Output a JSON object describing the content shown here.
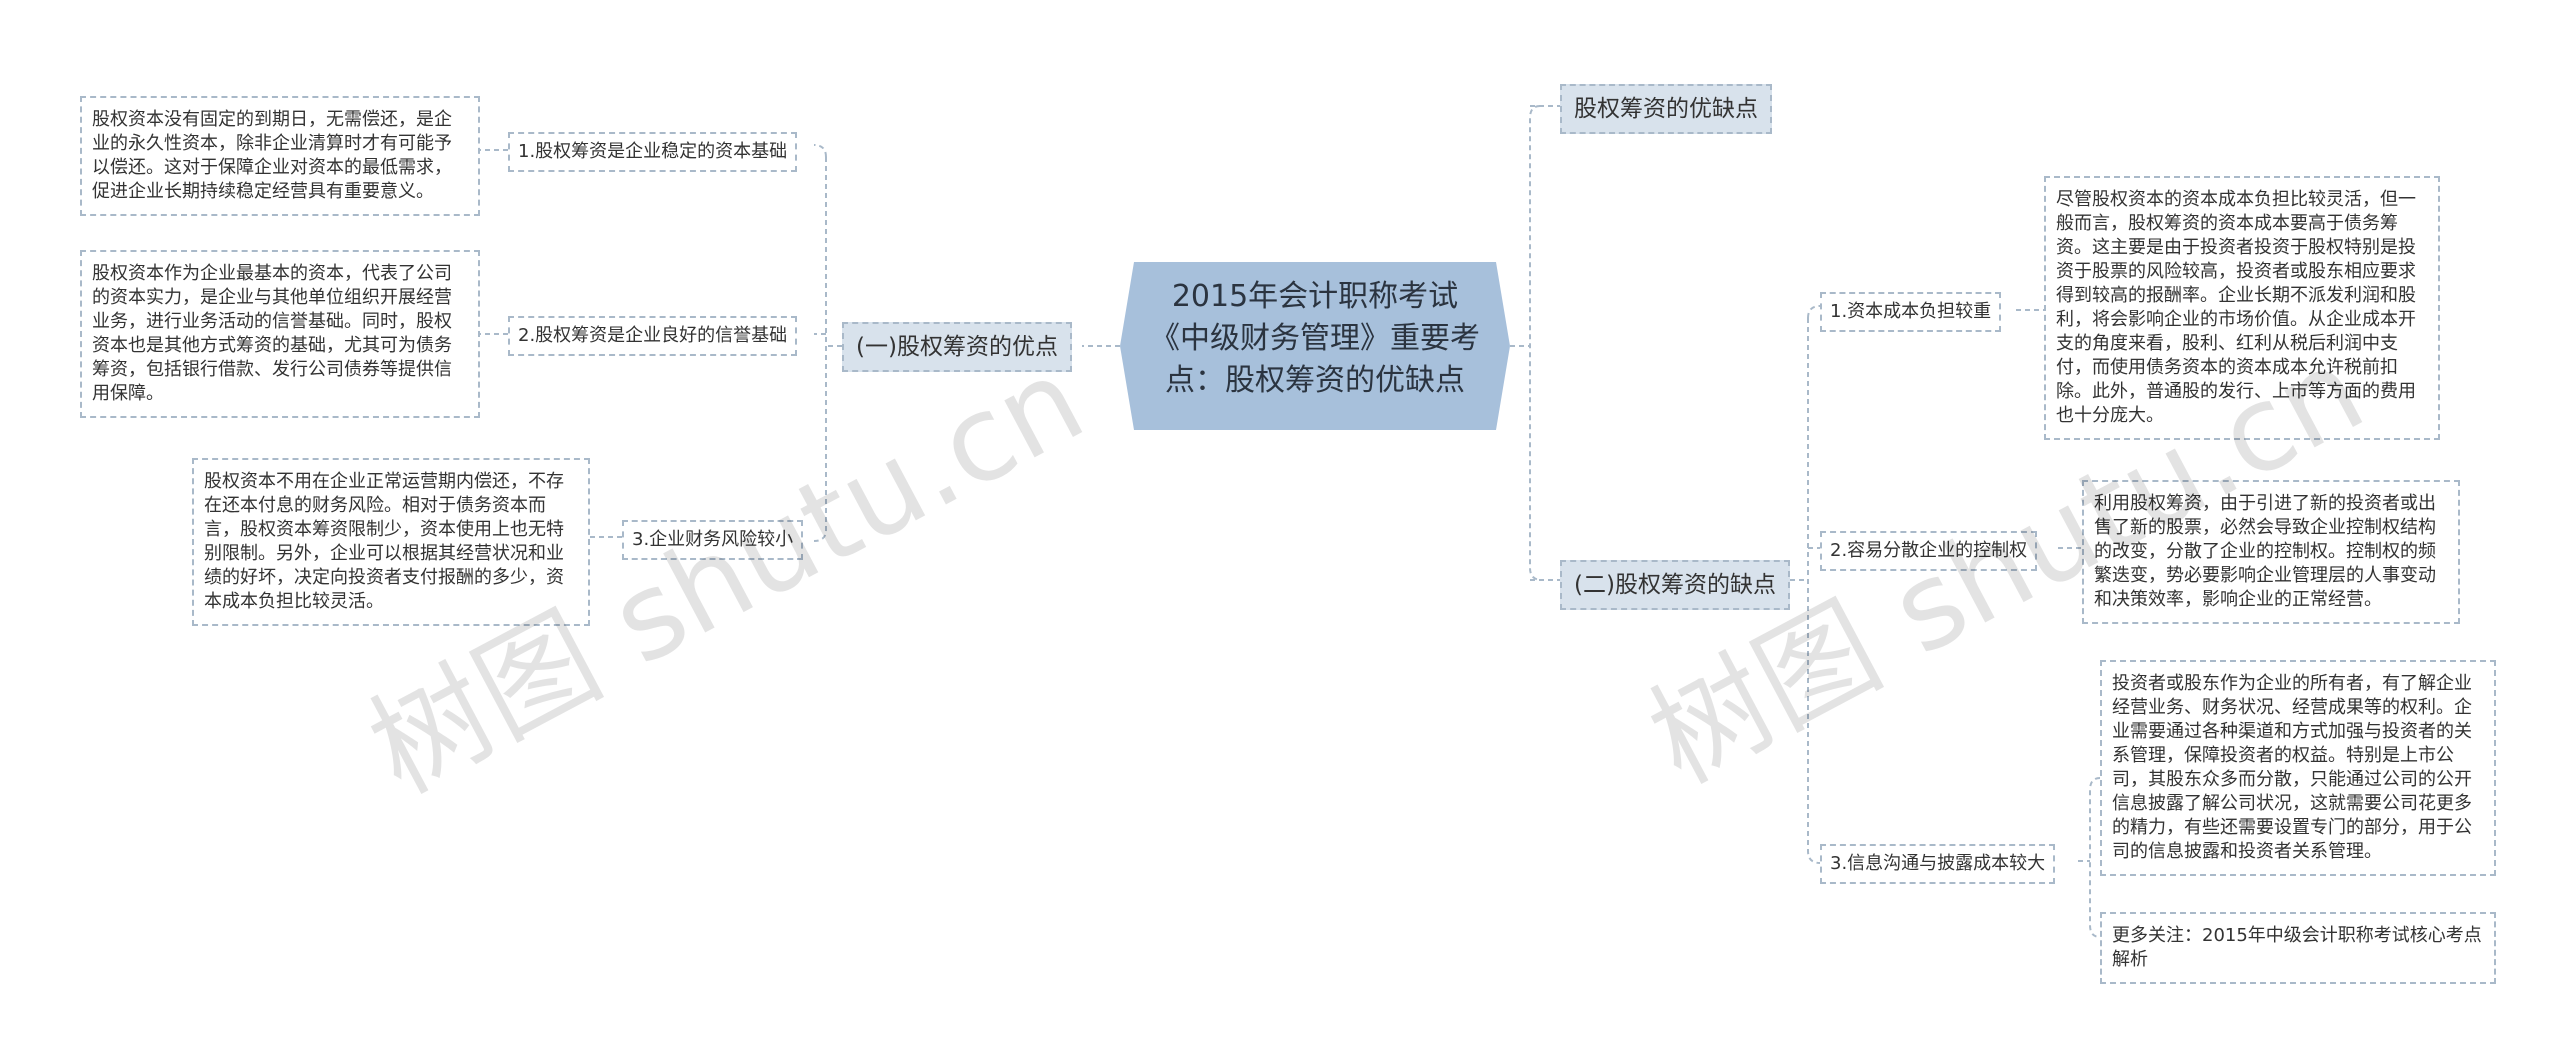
{
  "root": {
    "title": "2015年会计职称考试《中级财务管理》重要考点：股权筹资的优缺点"
  },
  "right_top": {
    "label": "股权筹资的优缺点"
  },
  "left_branch": {
    "label": "(一)股权筹资的优点",
    "items": [
      {
        "label": "1.股权筹资是企业稳定的资本基础",
        "detail": "股权资本没有固定的到期日，无需偿还，是企业的永久性资本，除非企业清算时才有可能予以偿还。这对于保障企业对资本的最低需求，促进企业长期持续稳定经营具有重要意义。"
      },
      {
        "label": "2.股权筹资是企业良好的信誉基础",
        "detail": "股权资本作为企业最基本的资本，代表了公司的资本实力，是企业与其他单位组织开展经营业务，进行业务活动的信誉基础。同时，股权资本也是其他方式筹资的基础，尤其可为债务筹资，包括银行借款、发行公司债券等提供信用保障。"
      },
      {
        "label": "3.企业财务风险较小",
        "detail": "股权资本不用在企业正常运营期内偿还，不存在还本付息的财务风险。相对于债务资本而言，股权资本筹资限制少，资本使用上也无特别限制。另外，企业可以根据其经营状况和业绩的好坏，决定向投资者支付报酬的多少，资本成本负担比较灵活。"
      }
    ]
  },
  "right_branch": {
    "label": "(二)股权筹资的缺点",
    "items": [
      {
        "label": "1.资本成本负担较重",
        "details": [
          "尽管股权资本的资本成本负担比较灵活，但一般而言，股权筹资的资本成本要高于债务筹资。这主要是由于投资者投资于股权特别是投资于股票的风险较高，投资者或股东相应要求得到较高的报酬率。企业长期不派发利润和股利，将会影响企业的市场价值。从企业成本开支的角度来看，股利、红利从税后利润中支付，而使用债务资本的资本成本允许税前扣除。此外，普通股的发行、上市等方面的费用也十分庞大。"
        ]
      },
      {
        "label": "2.容易分散企业的控制权",
        "details": [
          "利用股权筹资，由于引进了新的投资者或出售了新的股票，必然会导致企业控制权结构的改变，分散了企业的控制权。控制权的频繁迭变，势必要影响企业管理层的人事变动和决策效率，影响企业的正常经营。"
        ]
      },
      {
        "label": "3.信息沟通与披露成本较大",
        "details": [
          "投资者或股东作为企业的所有者，有了解企业经营业务、财务状况、经营成果等的权利。企业需要通过各种渠道和方式加强与投资者的关系管理，保障投资者的权益。特别是上市公司，其股东众多而分散，只能通过公司的公开信息披露了解公司状况，这就需要公司花更多的精力，有些还需要设置专门的部分，用于公司的信息披露和投资者关系管理。",
          "更多关注：2015年中级会计职称考试核心考点解析"
        ]
      }
    ]
  },
  "watermark": {
    "text": "树图 shutu.cn"
  },
  "colors": {
    "root_fill": "#a7c0db",
    "branch_fill": "#d8e2ec",
    "line": "#a9b9c9",
    "border": "#a9b9c9"
  }
}
